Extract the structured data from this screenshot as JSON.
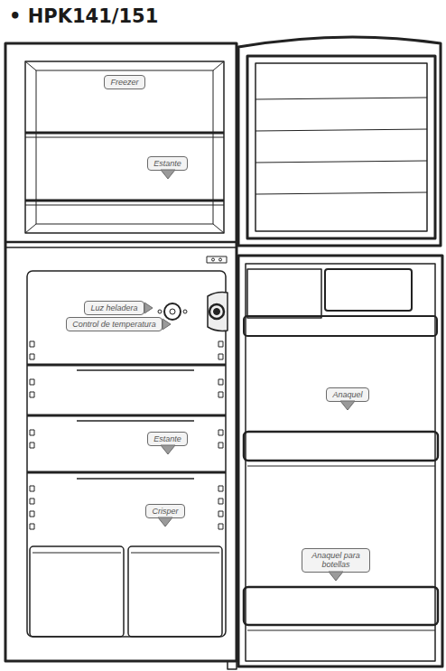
{
  "diagram": {
    "title": "• HPK141/151",
    "nodes": [
      {
        "text": [
          "Freezer"
        ]
      },
      {
        "text": [
          "Estante"
        ]
      },
      {
        "text": [
          "Luz heladera"
        ]
      },
      {
        "text": [
          "Control de temperatura"
        ]
      },
      {
        "text": [
          "Anaquel"
        ]
      },
      {
        "text": [
          "Estante"
        ]
      },
      {
        "text": [
          "Crisper"
        ]
      },
      {
        "text": [
          "Anaquel para botellas"
        ]
      }
    ]
  }
}
